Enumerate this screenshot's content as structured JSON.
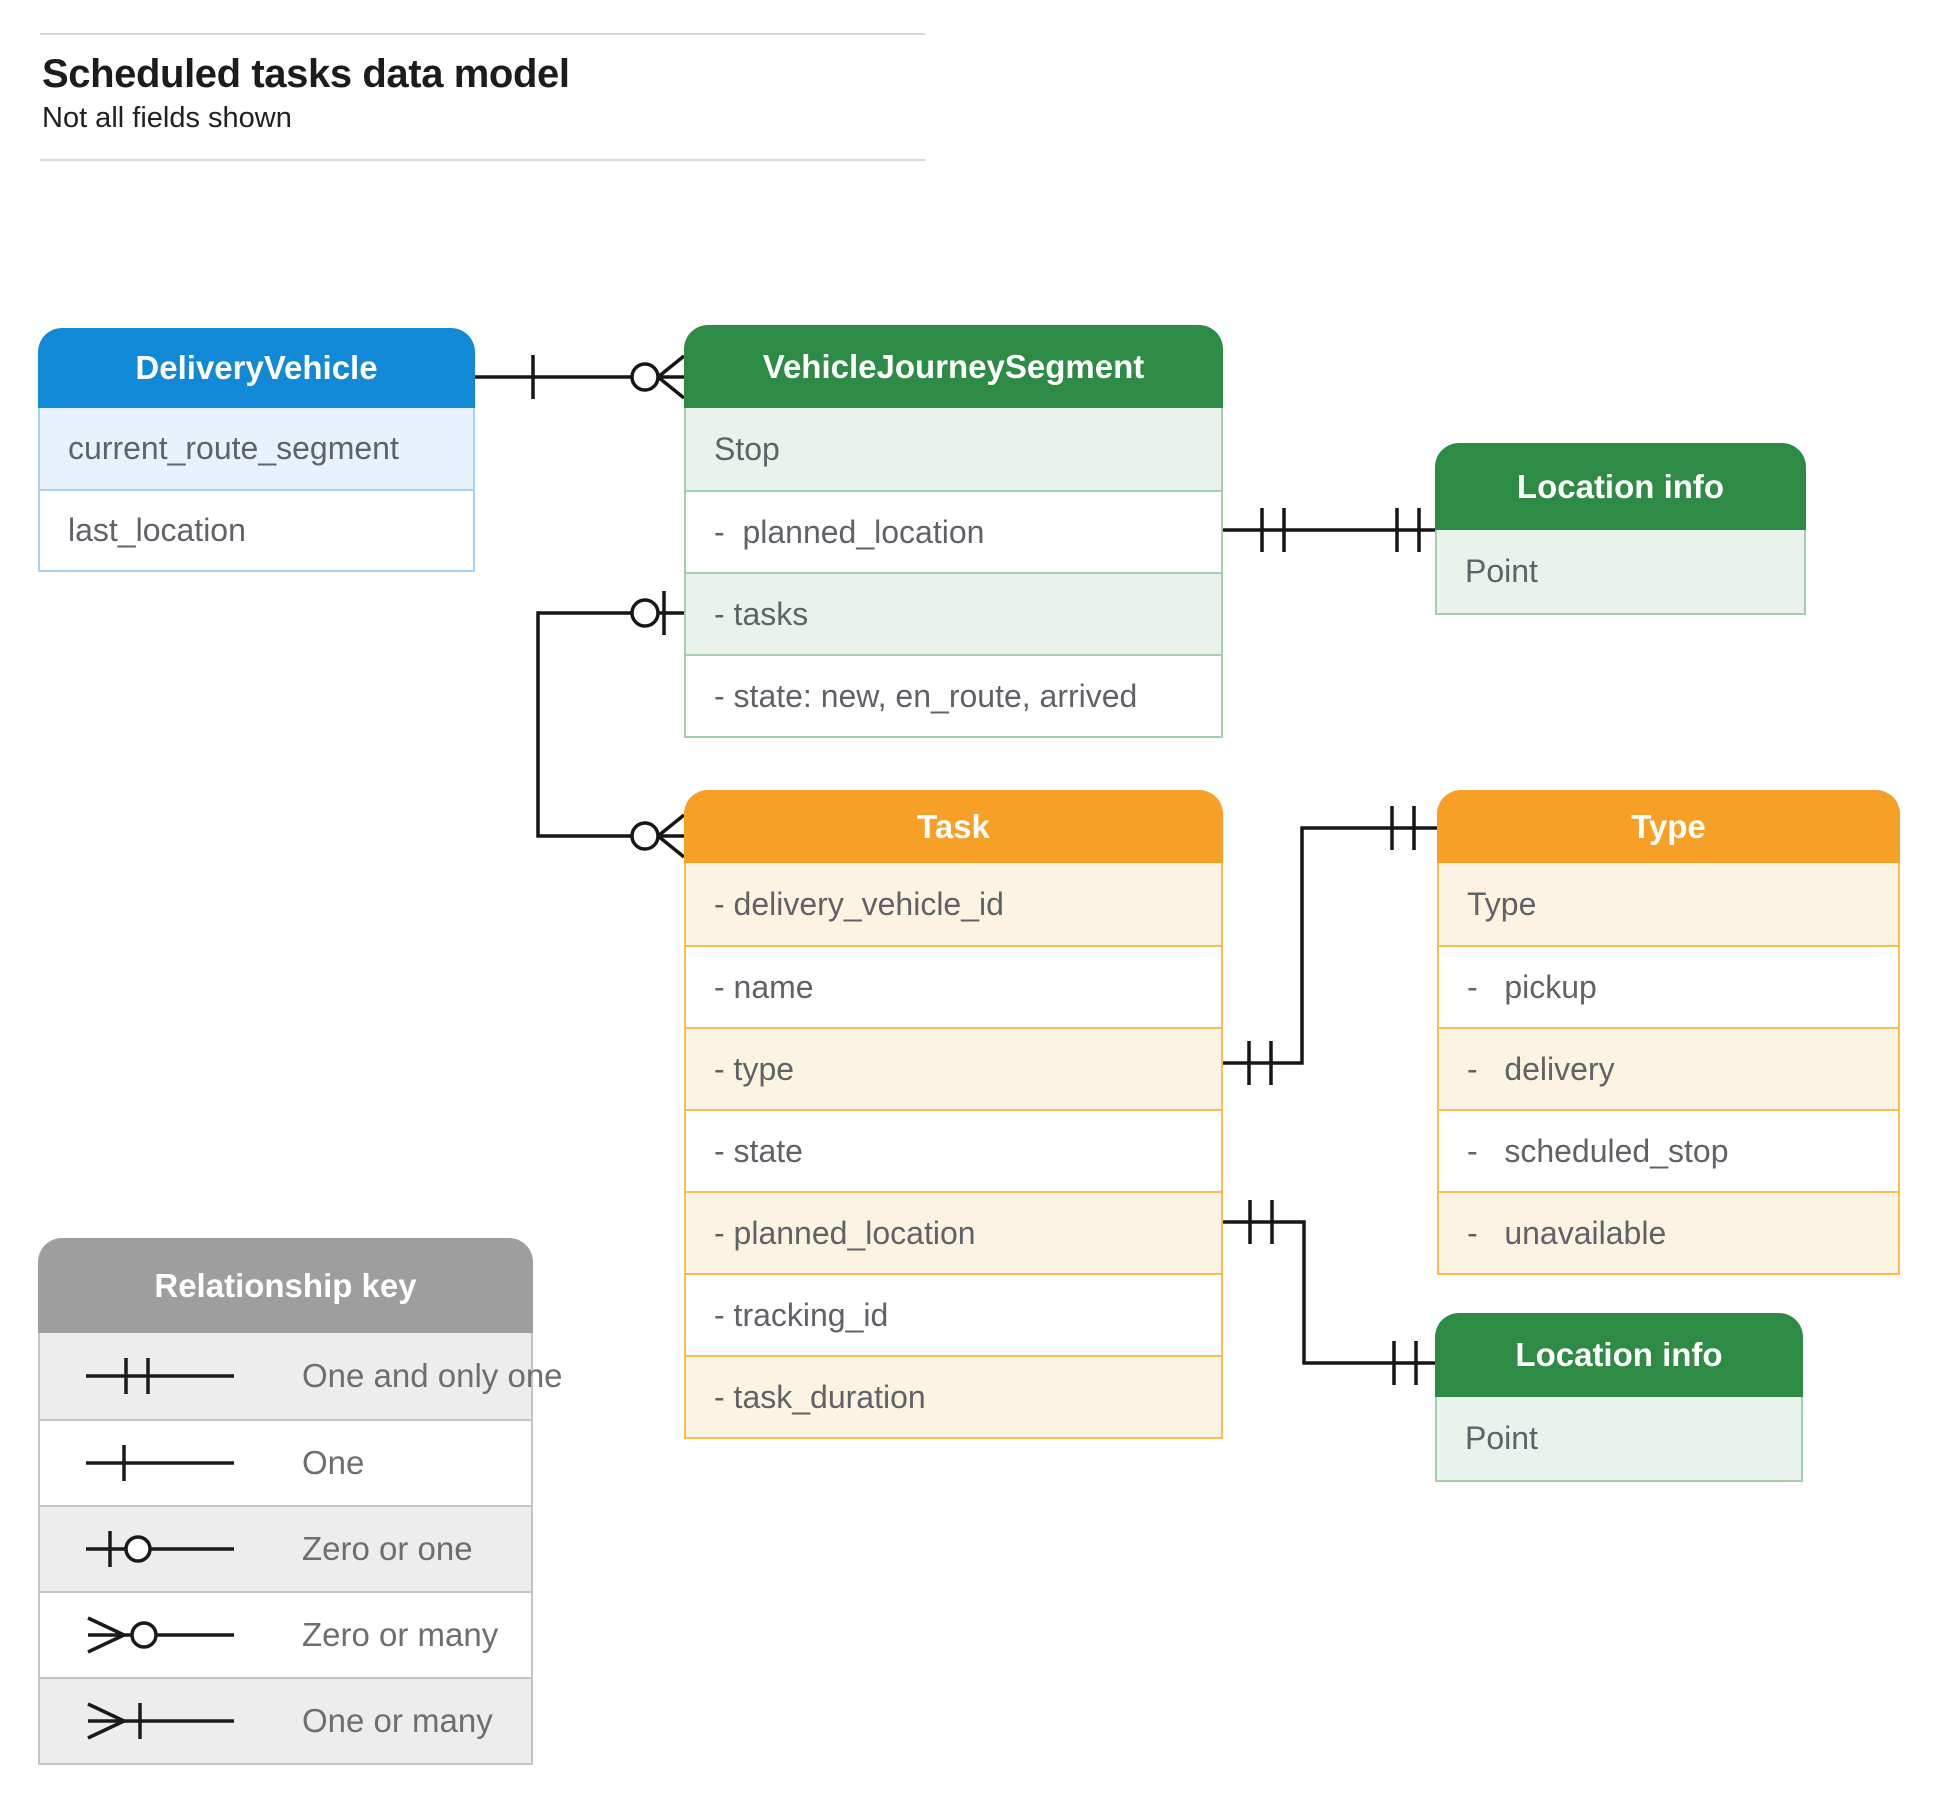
{
  "header": {
    "title": "Scheduled tasks data model",
    "subtitle": "Not all fields shown"
  },
  "entities": {
    "delivery_vehicle": {
      "title": "DeliveryVehicle",
      "rows": [
        "current_route_segment",
        "last_location"
      ]
    },
    "vehicle_journey_segment": {
      "title": "VehicleJourneySegment",
      "rows": [
        "Stop",
        "-  planned_location",
        "- tasks",
        "- state: new, en_route, arrived"
      ]
    },
    "location_info_top": {
      "title": "Location info",
      "rows": [
        "Point"
      ]
    },
    "task": {
      "title": "Task",
      "rows": [
        "- delivery_vehicle_id",
        "- name",
        "- type",
        "- state",
        "- planned_location",
        "- tracking_id",
        "- task_duration"
      ]
    },
    "type": {
      "title": "Type",
      "rows": [
        "Type",
        "-   pickup",
        "-   delivery",
        "-   scheduled_stop",
        "-   unavailable"
      ]
    },
    "location_info_bottom": {
      "title": "Location info",
      "rows": [
        "Point"
      ]
    }
  },
  "legend": {
    "title": "Relationship key",
    "items": [
      {
        "symbol": "one-and-only-one",
        "label": "One and only one"
      },
      {
        "symbol": "one",
        "label": "One"
      },
      {
        "symbol": "zero-or-one",
        "label": "Zero or one"
      },
      {
        "symbol": "zero-or-many",
        "label": "Zero or many"
      },
      {
        "symbol": "one-or-many",
        "label": "One or many"
      }
    ]
  },
  "relationships": [
    {
      "from": "DeliveryVehicle",
      "from_end": "one",
      "to": "VehicleJourneySegment",
      "to_end": "zero-or-many"
    },
    {
      "from": "VehicleJourneySegment.planned_location",
      "from_end": "one-and-only-one",
      "to": "Location info",
      "to_end": "one-and-only-one"
    },
    {
      "from": "VehicleJourneySegment.tasks",
      "from_end": "zero-or-one",
      "to": "Task",
      "to_end": "zero-or-many"
    },
    {
      "from": "Task.type",
      "from_end": "one-and-only-one",
      "to": "Type",
      "to_end": "one-and-only-one"
    },
    {
      "from": "Task.planned_location",
      "from_end": "one-and-only-one",
      "to": "Location info",
      "to_end": "one-and-only-one"
    }
  ],
  "colors": {
    "blue_header": "#1289D6",
    "blue_row": "#E8F2FC",
    "blue_border": "#A6D2F0",
    "green_header": "#2E8B45",
    "green_row": "#E9F3EB",
    "green_border": "#A4CFAC",
    "orange_header": "#F7A028",
    "orange_row": "#FDF3E2",
    "orange_border": "#F9BE4B",
    "gray_header": "#9E9E9E",
    "gray_row": "#EDEDED",
    "gray_border": "#C4C4C4",
    "wire": "#161616",
    "row_text": "#5F6368"
  }
}
